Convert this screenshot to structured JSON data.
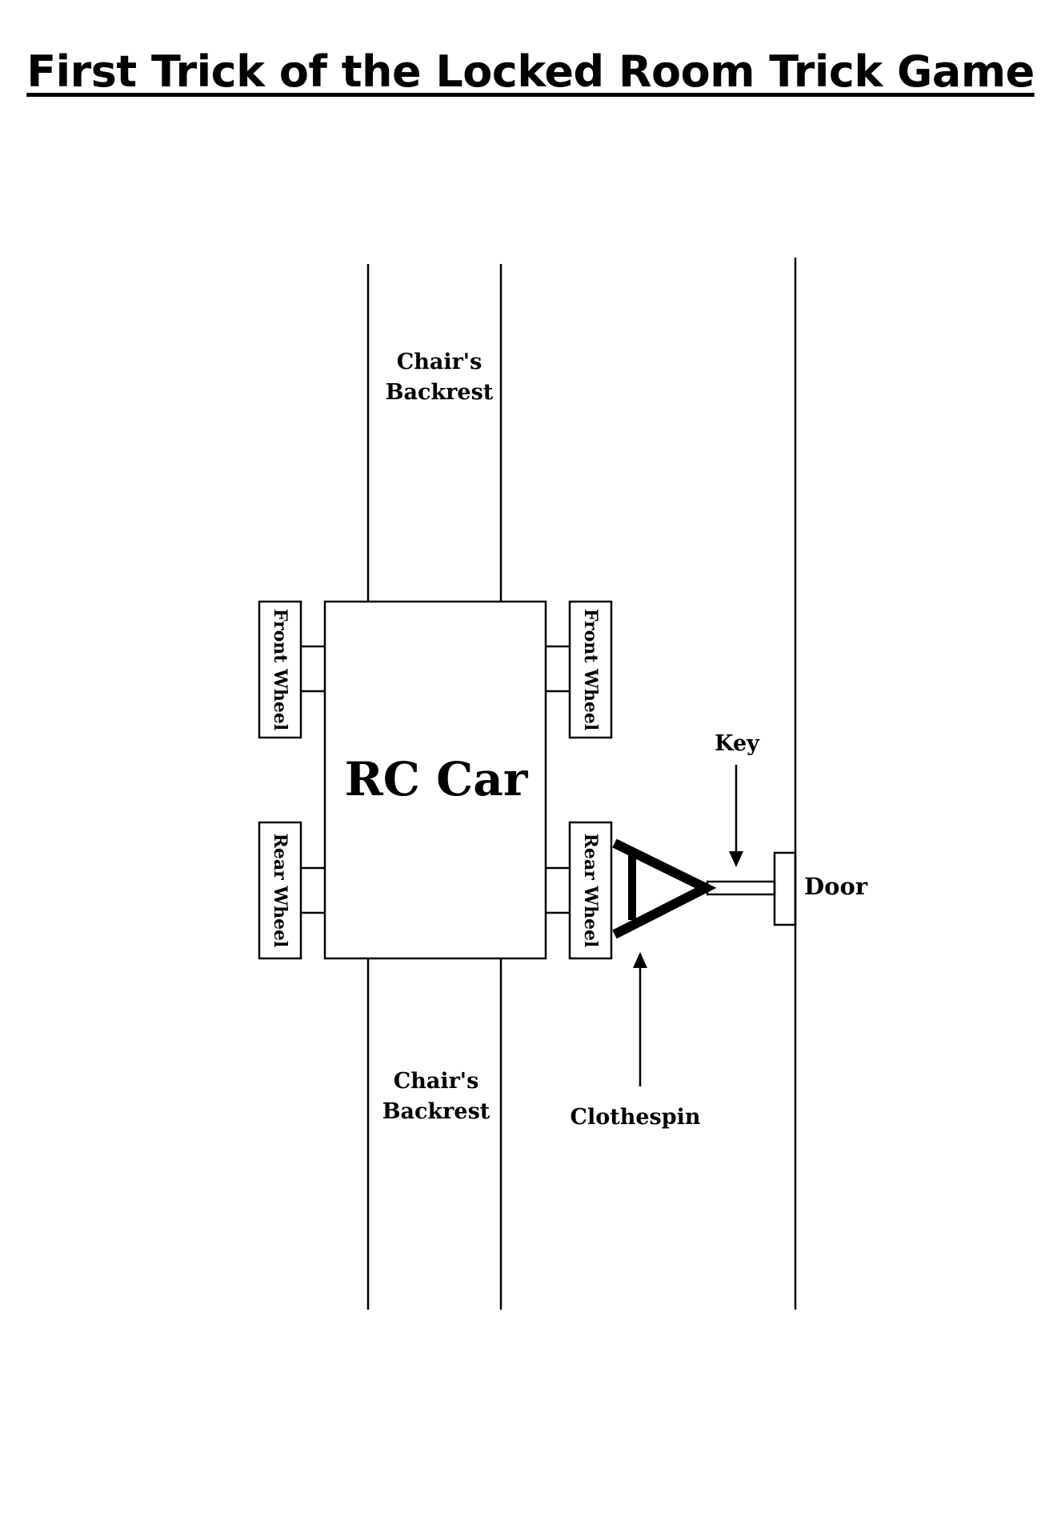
{
  "title": "First Trick of the Locked Room Trick Game",
  "labels": {
    "backrest_top_line1": "Chair's",
    "backrest_top_line2": "Backrest",
    "backrest_bottom_line1": "Chair's",
    "backrest_bottom_line2": "Backrest",
    "rc_car": "RC Car",
    "front_wheel_left": "Front Wheel",
    "front_wheel_right": "Front Wheel",
    "rear_wheel_left": "Rear Wheel",
    "rear_wheel_right": "Rear Wheel",
    "key": "Key",
    "door": "Door",
    "clothespin": "Clothespin"
  },
  "colors": {
    "ink": "#000000",
    "paper": "#ffffff"
  }
}
